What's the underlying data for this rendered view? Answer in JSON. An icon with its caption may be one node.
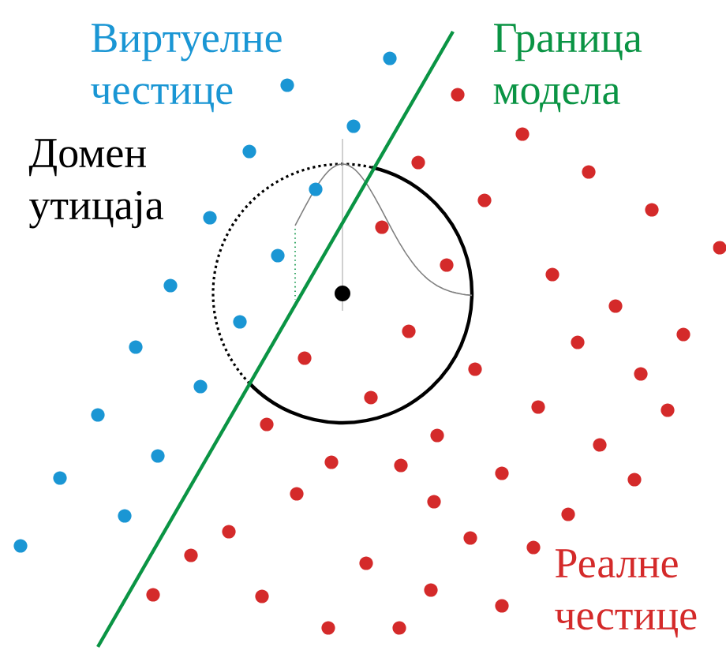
{
  "diagram": {
    "labels": [
      "Виртуелне честице",
      "Граница модела",
      "Домен утицаја",
      "Реалне честице"
    ]
  }
}
